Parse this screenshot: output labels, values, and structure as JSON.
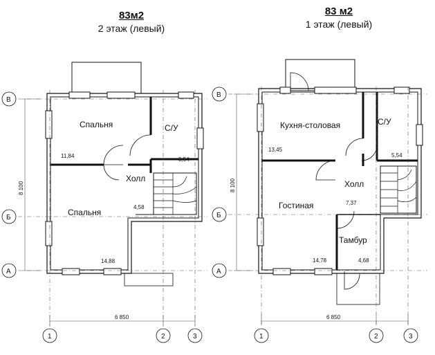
{
  "left_plan": {
    "area_title": "83м2",
    "floor_title": "2 этаж (левый)",
    "rooms": {
      "bedroom_top": "Спальня",
      "bathroom": "С/У",
      "hall": "Холл",
      "bedroom_bottom": "Спальня"
    },
    "areas": {
      "bedroom_top": "11,84",
      "bathroom": "5,54",
      "hall": "4,58",
      "bedroom_bottom": "14,88"
    },
    "width_dim": "6 850",
    "height_dim": "8 100"
  },
  "right_plan": {
    "area_title": "83 м2",
    "floor_title": "1 этаж (левый)",
    "rooms": {
      "kitchen": "Кухня-столовая",
      "bathroom": "С/У",
      "hall": "Холл",
      "living": "Гостиная",
      "vestibule": "Тамбур"
    },
    "areas": {
      "kitchen": "13,45",
      "bathroom": "5,54",
      "hall": "7,37",
      "living": "14,78",
      "vestibule": "4,68"
    },
    "width_dim": "6 850",
    "height_dim": "8 100"
  },
  "axes": {
    "rows": [
      "В",
      "Б",
      "А"
    ],
    "cols": [
      "1",
      "2",
      "3"
    ]
  },
  "colors": {
    "line": "#111111",
    "dim_line": "#555555"
  }
}
